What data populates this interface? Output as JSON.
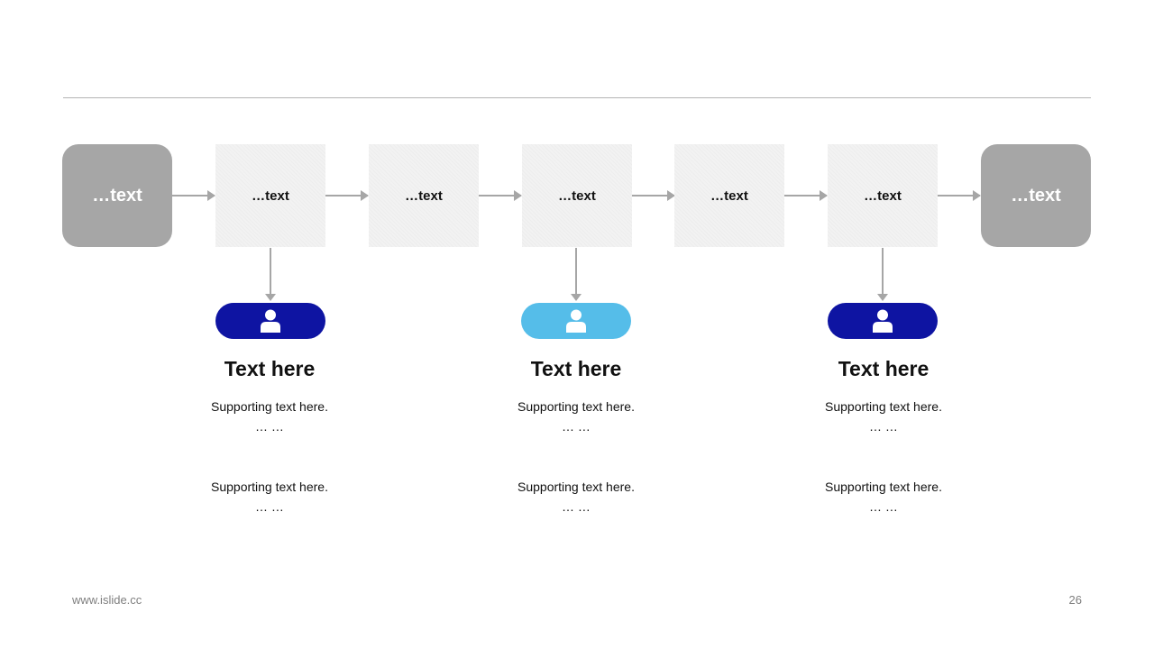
{
  "flow": {
    "start_label": "…text",
    "steps": [
      "…text",
      "…text",
      "…text",
      "…text",
      "…text"
    ],
    "end_label": "…text"
  },
  "columns": [
    {
      "icon": "person-icon",
      "pill_color": "#0e14a2",
      "title": "Text here",
      "text1_line1": "Supporting  text here.",
      "text1_line2": "… …",
      "text2_line1": "Supporting  text here.",
      "text2_line2": "… …"
    },
    {
      "icon": "person-icon",
      "pill_color": "#55bde9",
      "title": "Text here",
      "text1_line1": "Supporting  text here.",
      "text1_line2": "… …",
      "text2_line1": "Supporting  text here.",
      "text2_line2": "… …"
    },
    {
      "icon": "person-icon",
      "pill_color": "#0e14a2",
      "title": "Text here",
      "text1_line1": "Supporting  text here.",
      "text1_line2": "… …",
      "text2_line1": "Supporting  text here.",
      "text2_line2": "… …"
    }
  ],
  "colors": {
    "end_box": "#a6a6a6",
    "step_box": "#f2f2f2",
    "connector": "#a6a6a6",
    "dark_blue": "#0e14a2",
    "light_blue": "#55bde9"
  },
  "footer": {
    "url": "www.islide.cc",
    "page_number": "26"
  }
}
